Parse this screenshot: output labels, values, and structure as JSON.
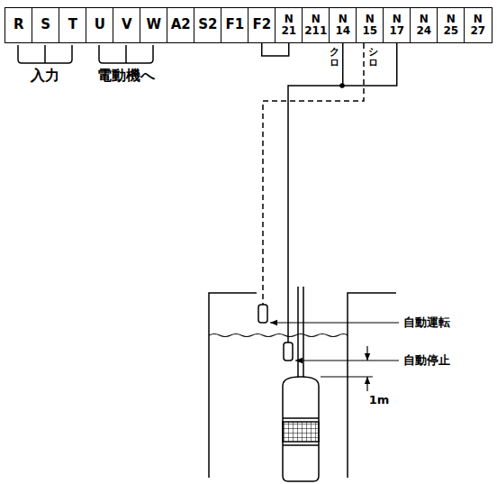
{
  "diagram": {
    "nodes": [
      {
        "text": [
          "R"
        ]
      },
      {
        "text": [
          "S"
        ]
      },
      {
        "text": [
          "T"
        ]
      },
      {
        "text": [
          "U"
        ]
      },
      {
        "text": [
          "V"
        ]
      },
      {
        "text": [
          "W"
        ]
      },
      {
        "text": [
          "A2"
        ]
      },
      {
        "text": [
          "S2"
        ]
      },
      {
        "text": [
          "F1"
        ]
      },
      {
        "text": [
          "F2"
        ]
      },
      {
        "text": [
          "N 21"
        ]
      },
      {
        "text": [
          "N 211"
        ]
      },
      {
        "text": [
          "N 14"
        ]
      },
      {
        "text": [
          "N 15"
        ]
      },
      {
        "text": [
          "N 17"
        ]
      },
      {
        "text": [
          "N 24"
        ]
      },
      {
        "text": [
          "N 25"
        ]
      },
      {
        "text": [
          "N 27"
        ]
      }
    ],
    "edges": [
      {
        "from": 9,
        "to": 10,
        "arrow": "none"
      },
      {
        "from": 12,
        "to": 14,
        "arrow": "none"
      }
    ],
    "labels": [
      "入力",
      "電動機へ",
      "クロ",
      "シロ",
      "自動運転",
      "自動停止",
      "1m"
    ]
  }
}
